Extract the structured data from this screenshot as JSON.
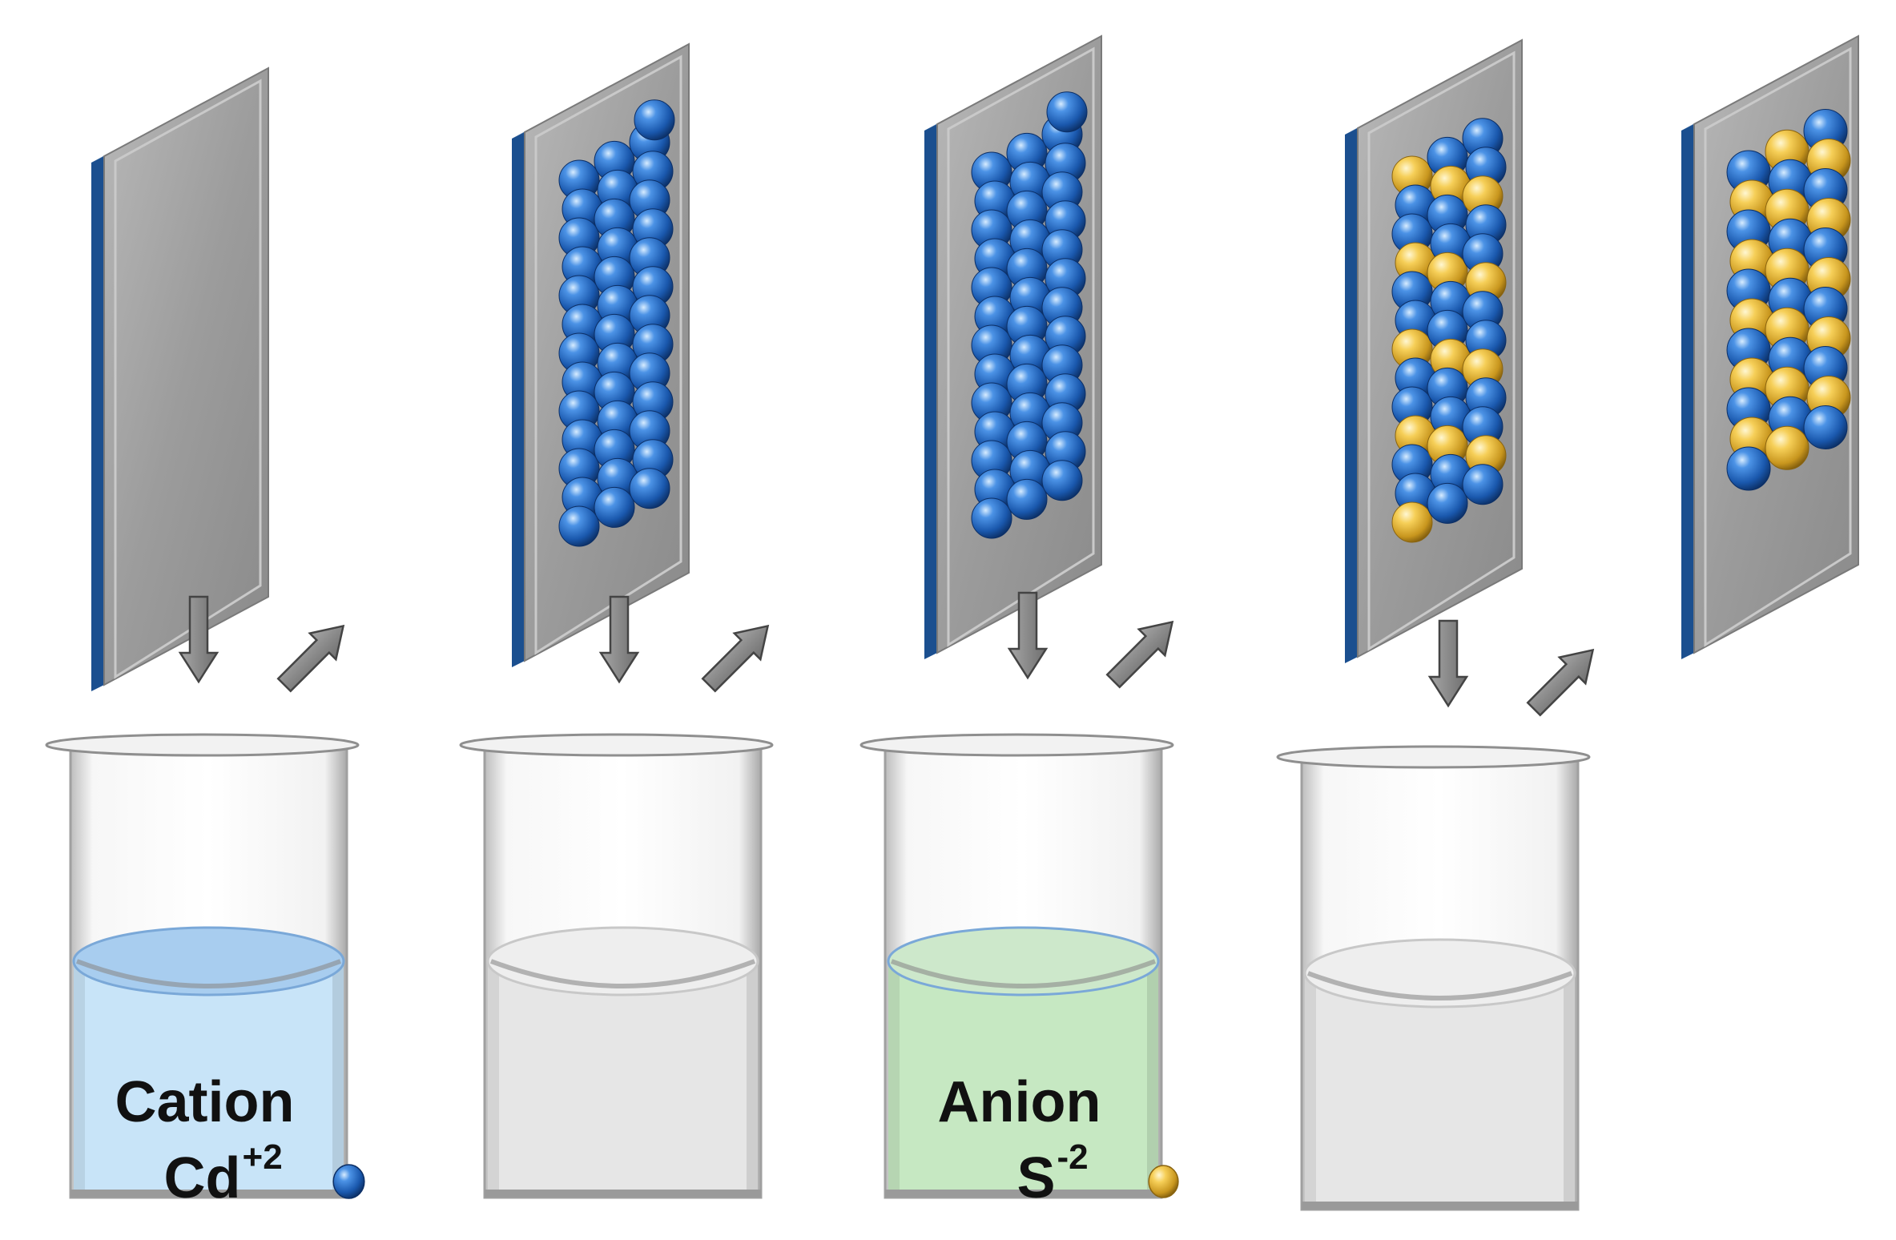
{
  "beakers": [
    {
      "id": "cation",
      "solution": "cation",
      "label": "Cation",
      "ion_base": "Cd",
      "ion_charge": "+2",
      "liquid_color": "#c8e4f8",
      "surface_color": "#a8cdef",
      "surface_rim": "#7aa8d8",
      "ion_particle": "blue"
    },
    {
      "id": "rinse-1",
      "solution": "rinse",
      "label": "",
      "ion_base": "",
      "ion_charge": "",
      "liquid_color": "#e6e6e6",
      "surface_color": "#eeeeee",
      "surface_rim": "#c8c8c8",
      "ion_particle": ""
    },
    {
      "id": "anion",
      "solution": "anion",
      "label": "Anion",
      "ion_base": "S",
      "ion_charge": "-2",
      "liquid_color": "#c6e8c2",
      "surface_color": "#cde8cb",
      "surface_rim": "#7aa8d8",
      "ion_particle": "gold"
    },
    {
      "id": "rinse-2",
      "solution": "rinse",
      "label": "",
      "ion_base": "",
      "ion_charge": "",
      "liquid_color": "#e6e6e6",
      "surface_color": "#eeeeee",
      "surface_rim": "#c8c8c8",
      "ion_particle": ""
    }
  ],
  "substrates": [
    {
      "stage": "bare"
    },
    {
      "stage": "cation-adsorbed"
    },
    {
      "stage": "cation-rinsed"
    },
    {
      "stage": "anion-reacted"
    },
    {
      "stage": "cds-layer"
    }
  ],
  "colors": {
    "cation_ball": "#1f66c0",
    "anion_ball": "#f0c040",
    "substrate_face": "#9a9a9a",
    "substrate_edge": "#1b4f8f",
    "arrow_fill": "#8c8c8c"
  }
}
